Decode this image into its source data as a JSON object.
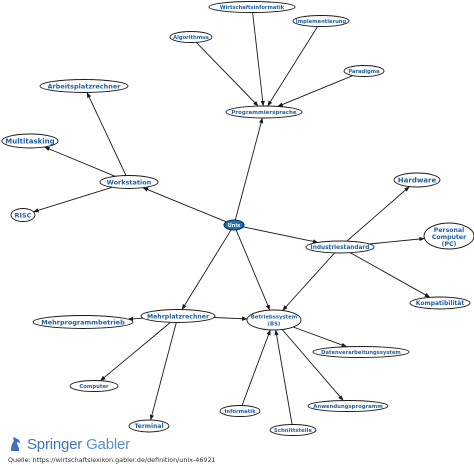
{
  "diagram": {
    "center": {
      "id": "unix",
      "label": "Unix"
    },
    "nodes": [
      {
        "id": "wirtschaftsinformatik",
        "label": "Wirtschaftsinformatik"
      },
      {
        "id": "algorithmus",
        "label": "Algorithmus"
      },
      {
        "id": "implementierung",
        "label": "Implementierung"
      },
      {
        "id": "paradigma",
        "label": "Paradigma"
      },
      {
        "id": "programmiersprache",
        "label": "Programmiersprache"
      },
      {
        "id": "arbeitsplatzrechner",
        "label": "Arbeitsplatzrechner"
      },
      {
        "id": "multitasking",
        "label": "Multitasking"
      },
      {
        "id": "workstation",
        "label": "Workstation"
      },
      {
        "id": "risc",
        "label": "RISC"
      },
      {
        "id": "hardware",
        "label": "Hardware"
      },
      {
        "id": "industriestandard",
        "label": "Industriestandard"
      },
      {
        "id": "pc",
        "label": "Personal Computer (PC)"
      },
      {
        "id": "kompatibilitaet",
        "label": "Kompatibilität"
      },
      {
        "id": "mehrprogrammbetrieb",
        "label": "Mehrprogrammbetrieb"
      },
      {
        "id": "mehrplatzrechner",
        "label": "Mehrplatzrechner"
      },
      {
        "id": "betriebssystem",
        "label": "Betriebssystem (BS)"
      },
      {
        "id": "datenverarbeitungssystem",
        "label": "Datenverarbeitungssystem"
      },
      {
        "id": "computer",
        "label": "Computer"
      },
      {
        "id": "anwendungsprogramm",
        "label": "Anwendungsprogramm"
      },
      {
        "id": "informatik",
        "label": "Informatik"
      },
      {
        "id": "schnittstelle",
        "label": "Schnittstelle"
      },
      {
        "id": "terminal",
        "label": "Terminal"
      }
    ],
    "edges": [
      {
        "from": "wirtschaftsinformatik",
        "to": "programmiersprache"
      },
      {
        "from": "algorithmus",
        "to": "programmiersprache"
      },
      {
        "from": "implementierung",
        "to": "programmiersprache"
      },
      {
        "from": "paradigma",
        "to": "programmiersprache"
      },
      {
        "from": "unix",
        "to": "programmiersprache"
      },
      {
        "from": "workstation",
        "to": "arbeitsplatzrechner"
      },
      {
        "from": "workstation",
        "to": "multitasking"
      },
      {
        "from": "workstation",
        "to": "risc"
      },
      {
        "from": "unix",
        "to": "workstation"
      },
      {
        "from": "industriestandard",
        "to": "hardware"
      },
      {
        "from": "industriestandard",
        "to": "pc"
      },
      {
        "from": "industriestandard",
        "to": "kompatibilitaet"
      },
      {
        "from": "unix",
        "to": "industriestandard"
      },
      {
        "from": "industriestandard",
        "to": "betriebssystem"
      },
      {
        "from": "unix",
        "to": "mehrplatzrechner"
      },
      {
        "from": "unix",
        "to": "betriebssystem"
      },
      {
        "from": "mehrplatzrechner",
        "to": "mehrprogrammbetrieb"
      },
      {
        "from": "mehrplatzrechner",
        "to": "betriebssystem"
      },
      {
        "from": "mehrplatzrechner",
        "to": "computer"
      },
      {
        "from": "mehrplatzrechner",
        "to": "terminal"
      },
      {
        "from": "betriebssystem",
        "to": "datenverarbeitungssystem"
      },
      {
        "from": "betriebssystem",
        "to": "anwendungsprogramm"
      },
      {
        "from": "informatik",
        "to": "betriebssystem"
      },
      {
        "from": "schnittstelle",
        "to": "betriebssystem"
      }
    ]
  },
  "footer": {
    "brand_strong": "Springer",
    "brand_light": "Gabler",
    "source": "Quelle: https://wirtschaftslexikon.gabler.de/definition/unix-46921"
  },
  "colors": {
    "label": "#1f5fa0",
    "center_fill": "#1f6fb5",
    "brand": "#3d74b8"
  }
}
